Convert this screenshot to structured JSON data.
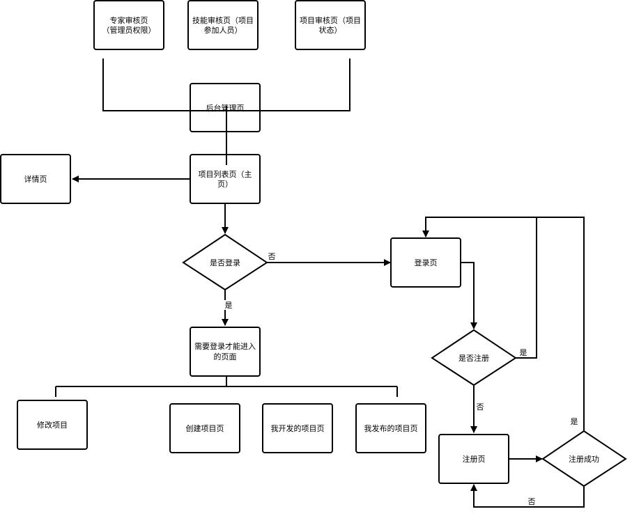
{
  "nodes": {
    "expert_review": {
      "line1": "专家审核页",
      "line2": "（管理员权限）"
    },
    "skill_review": {
      "line1": "技能审核页（项目",
      "line2": "参加人员）"
    },
    "project_review": {
      "line1": "项目审核页（项目",
      "line2": "状态）"
    },
    "admin": {
      "line1": "后台管理页"
    },
    "project_list": {
      "line1": "项目列表页（主",
      "line2": "页）"
    },
    "detail": {
      "line1": "详情页"
    },
    "is_logged_in": {
      "line1": "是否登录"
    },
    "login_required": {
      "line1": "需要登录才能进入",
      "line2": "的页面"
    },
    "edit_project": {
      "line1": "修改项目"
    },
    "create_project": {
      "line1": "创建项目页"
    },
    "my_developed": {
      "line1": "我开发的项目页"
    },
    "my_published": {
      "line1": "我发布的项目页"
    },
    "login": {
      "line1": "登录页"
    },
    "is_registered": {
      "line1": "是否注册"
    },
    "register": {
      "line1": "注册页"
    },
    "register_success": {
      "line1": "注册成功"
    }
  },
  "edge_labels": {
    "not_logged_in": "否",
    "logged_in": "是",
    "registered": "是",
    "not_registered": "否",
    "success_yes": "是",
    "success_no": "否"
  }
}
